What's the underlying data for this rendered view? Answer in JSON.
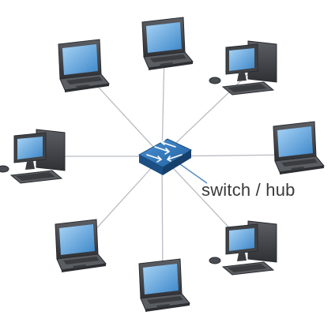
{
  "diagram": {
    "hub_label": "switch / hub",
    "hub": {
      "name": "switch-hub",
      "color": "#2f6fb0"
    },
    "devices": [
      {
        "name": "laptop",
        "kind": "laptop"
      },
      {
        "name": "laptop",
        "kind": "laptop"
      },
      {
        "name": "desktop",
        "kind": "desktop"
      },
      {
        "name": "desktop",
        "kind": "desktop"
      },
      {
        "name": "laptop",
        "kind": "laptop"
      },
      {
        "name": "desktop",
        "kind": "desktop"
      },
      {
        "name": "laptop",
        "kind": "laptop"
      },
      {
        "name": "laptop",
        "kind": "laptop"
      }
    ]
  },
  "colors": {
    "link": "#b9bcc2",
    "pointer": "#5b8fc7",
    "device_body": "#4a4d52",
    "screen": "#5fa3dd"
  }
}
